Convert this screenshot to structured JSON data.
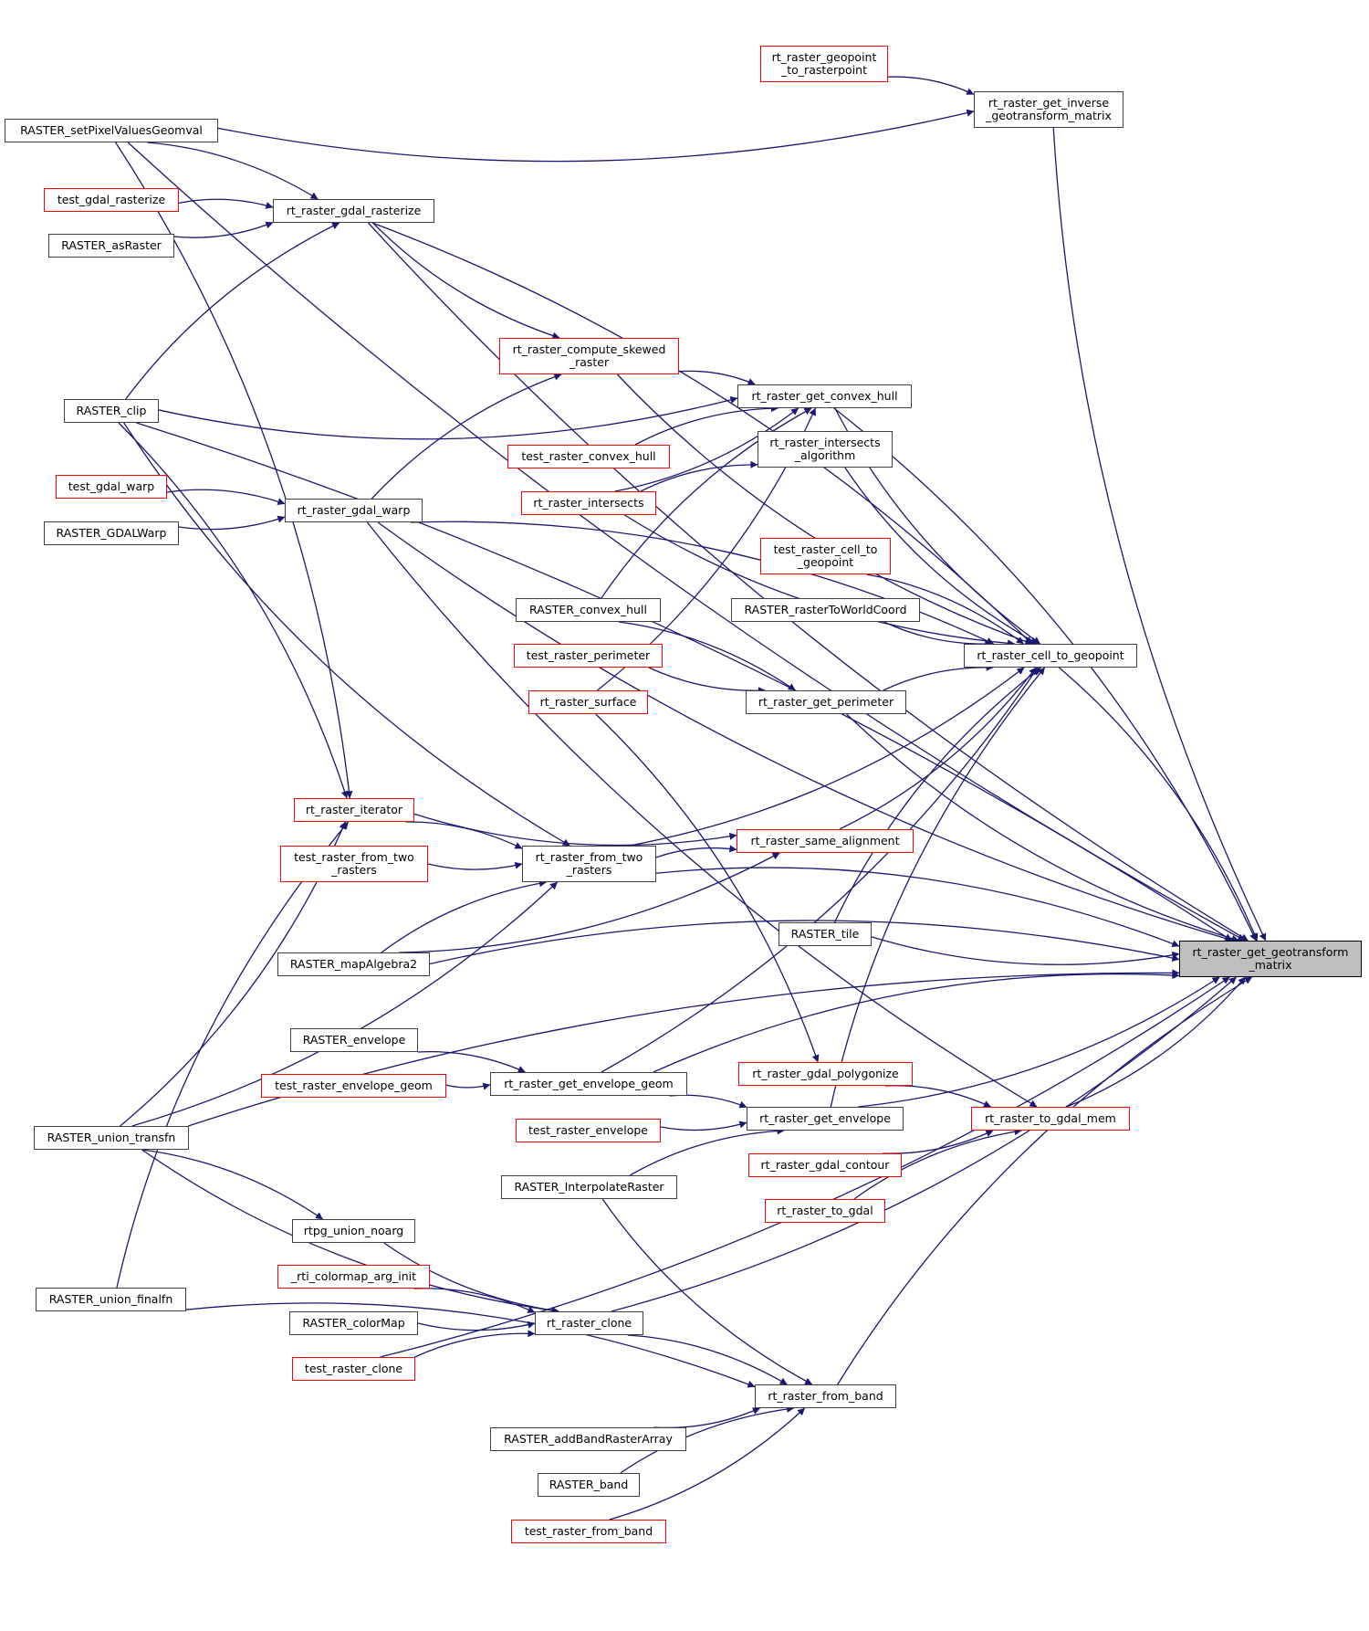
{
  "diagram": {
    "type": "doxygen-caller-graph",
    "focus_node": "rt_raster_get_geotransform_matrix",
    "edge_color": "#191970",
    "colors": {
      "normal_border": "#404040",
      "truncated_border": "#ff0000",
      "focus_fill": "#bfbfbf"
    },
    "nodes": {
      "geotransform": {
        "label": "rt_raster_get_geotransform\n_matrix",
        "style": "focus"
      },
      "inverse_gt": {
        "label": "rt_raster_get_inverse\n_geotransform_matrix",
        "style": "normal"
      },
      "geopoint_to_raster": {
        "label": "rt_raster_geopoint\n_to_rasterpoint",
        "style": "red"
      },
      "setPixelValuesGeomval": {
        "label": "RASTER_setPixelValuesGeomval",
        "style": "normal"
      },
      "test_gdal_rasterize": {
        "label": "test_gdal_rasterize",
        "style": "red"
      },
      "asRaster": {
        "label": "RASTER_asRaster",
        "style": "normal"
      },
      "gdal_rasterize": {
        "label": "rt_raster_gdal_rasterize",
        "style": "normal"
      },
      "compute_skewed": {
        "label": "rt_raster_compute_skewed\n_raster",
        "style": "red"
      },
      "raster_clip": {
        "label": "RASTER_clip",
        "style": "normal"
      },
      "convex_hull": {
        "label": "rt_raster_get_convex_hull",
        "style": "normal"
      },
      "test_convex_hull": {
        "label": "test_raster_convex_hull",
        "style": "red"
      },
      "intersects_alg": {
        "label": "rt_raster_intersects\n_algorithm",
        "style": "normal"
      },
      "intersects": {
        "label": "rt_raster_intersects",
        "style": "red"
      },
      "test_gdal_warp": {
        "label": "test_gdal_warp",
        "style": "red"
      },
      "GDALWarp": {
        "label": "RASTER_GDALWarp",
        "style": "normal"
      },
      "gdal_warp": {
        "label": "rt_raster_gdal_warp",
        "style": "normal"
      },
      "test_cell_to_geopoint": {
        "label": "test_raster_cell_to\n_geopoint",
        "style": "red"
      },
      "RASTER_convex_hull": {
        "label": "RASTER_convex_hull",
        "style": "normal"
      },
      "rasterToWorldCoord": {
        "label": "RASTER_rasterToWorldCoord",
        "style": "normal"
      },
      "test_perimeter": {
        "label": "test_raster_perimeter",
        "style": "red"
      },
      "cell_to_geopoint": {
        "label": "rt_raster_cell_to_geopoint",
        "style": "normal"
      },
      "surface": {
        "label": "rt_raster_surface",
        "style": "red"
      },
      "perimeter": {
        "label": "rt_raster_get_perimeter",
        "style": "normal"
      },
      "iterator": {
        "label": "rt_raster_iterator",
        "style": "red"
      },
      "same_alignment": {
        "label": "rt_raster_same_alignment",
        "style": "red"
      },
      "test_from_two": {
        "label": "test_raster_from_two\n_rasters",
        "style": "red"
      },
      "from_two": {
        "label": "rt_raster_from_two\n_rasters",
        "style": "normal"
      },
      "tile": {
        "label": "RASTER_tile",
        "style": "normal"
      },
      "mapAlgebra2": {
        "label": "RASTER_mapAlgebra2",
        "style": "normal"
      },
      "RASTER_envelope": {
        "label": "RASTER_envelope",
        "style": "normal"
      },
      "gdal_polygonize": {
        "label": "rt_raster_gdal_polygonize",
        "style": "red"
      },
      "test_envelope_geom": {
        "label": "test_raster_envelope_geom",
        "style": "red"
      },
      "envelope_geom": {
        "label": "rt_raster_get_envelope_geom",
        "style": "normal"
      },
      "to_gdal_mem": {
        "label": "rt_raster_to_gdal_mem",
        "style": "red"
      },
      "union_transfn": {
        "label": "RASTER_union_transfn",
        "style": "normal"
      },
      "test_envelope": {
        "label": "test_raster_envelope",
        "style": "red"
      },
      "get_envelope": {
        "label": "rt_raster_get_envelope",
        "style": "normal"
      },
      "gdal_contour": {
        "label": "rt_raster_gdal_contour",
        "style": "red"
      },
      "InterpolateRaster": {
        "label": "RASTER_InterpolateRaster",
        "style": "normal"
      },
      "to_gdal": {
        "label": "rt_raster_to_gdal",
        "style": "red"
      },
      "union_noarg": {
        "label": "rtpg_union_noarg",
        "style": "normal"
      },
      "colormap_arg_init": {
        "label": "_rti_colormap_arg_init",
        "style": "red"
      },
      "union_finalfn": {
        "label": "RASTER_union_finalfn",
        "style": "normal"
      },
      "colorMap": {
        "label": "RASTER_colorMap",
        "style": "normal"
      },
      "clone": {
        "label": "rt_raster_clone",
        "style": "normal"
      },
      "test_clone": {
        "label": "test_raster_clone",
        "style": "red"
      },
      "from_band": {
        "label": "rt_raster_from_band",
        "style": "normal"
      },
      "addBandRasterArray": {
        "label": "RASTER_addBandRasterArray",
        "style": "normal"
      },
      "RASTER_band": {
        "label": "RASTER_band",
        "style": "normal"
      },
      "test_from_band": {
        "label": "test_raster_from_band",
        "style": "red"
      }
    },
    "edges": [
      [
        "geopoint_to_raster",
        "inverse_gt"
      ],
      [
        "setPixelValuesGeomval",
        "inverse_gt"
      ],
      [
        "setPixelValuesGeomval",
        "gdal_rasterize"
      ],
      [
        "setPixelValuesGeomval",
        "geotransform"
      ],
      [
        "setPixelValuesGeomval",
        "iterator"
      ],
      [
        "inverse_gt",
        "geotransform"
      ],
      [
        "test_gdal_rasterize",
        "gdal_rasterize"
      ],
      [
        "asRaster",
        "gdal_rasterize"
      ],
      [
        "raster_clip",
        "gdal_rasterize"
      ],
      [
        "gdal_rasterize",
        "compute_skewed"
      ],
      [
        "gdal_rasterize",
        "cell_to_geopoint"
      ],
      [
        "gdal_rasterize",
        "geotransform"
      ],
      [
        "raster_clip",
        "geotransform"
      ],
      [
        "raster_clip",
        "convex_hull"
      ],
      [
        "raster_clip",
        "iterator"
      ],
      [
        "raster_clip",
        "from_two"
      ],
      [
        "compute_skewed",
        "convex_hull"
      ],
      [
        "compute_skewed",
        "cell_to_geopoint"
      ],
      [
        "gdal_warp",
        "compute_skewed"
      ],
      [
        "gdal_warp",
        "geotransform"
      ],
      [
        "gdal_warp",
        "cell_to_geopoint"
      ],
      [
        "gdal_warp",
        "to_gdal_mem"
      ],
      [
        "test_gdal_warp",
        "gdal_warp"
      ],
      [
        "GDALWarp",
        "gdal_warp"
      ],
      [
        "test_convex_hull",
        "convex_hull"
      ],
      [
        "intersects",
        "convex_hull"
      ],
      [
        "intersects",
        "intersects_alg"
      ],
      [
        "intersects",
        "cell_to_geopoint"
      ],
      [
        "RASTER_convex_hull",
        "convex_hull"
      ],
      [
        "surface",
        "convex_hull"
      ],
      [
        "surface",
        "gdal_polygonize"
      ],
      [
        "convex_hull",
        "cell_to_geopoint"
      ],
      [
        "convex_hull",
        "geotransform"
      ],
      [
        "intersects_alg",
        "cell_to_geopoint"
      ],
      [
        "test_cell_to_geopoint",
        "cell_to_geopoint"
      ],
      [
        "rasterToWorldCoord",
        "cell_to_geopoint"
      ],
      [
        "RASTER_convex_hull",
        "perimeter"
      ],
      [
        "test_perimeter",
        "perimeter"
      ],
      [
        "perimeter",
        "cell_to_geopoint"
      ],
      [
        "perimeter",
        "geotransform"
      ],
      [
        "cell_to_geopoint",
        "geotransform"
      ],
      [
        "iterator",
        "same_alignment"
      ],
      [
        "iterator",
        "from_two"
      ],
      [
        "union_transfn",
        "iterator"
      ],
      [
        "union_finalfn",
        "iterator"
      ],
      [
        "test_from_two",
        "from_two"
      ],
      [
        "from_two",
        "same_alignment"
      ],
      [
        "from_two",
        "cell_to_geopoint"
      ],
      [
        "from_two",
        "geotransform"
      ],
      [
        "union_transfn",
        "from_two"
      ],
      [
        "mapAlgebra2",
        "from_two"
      ],
      [
        "mapAlgebra2",
        "same_alignment"
      ],
      [
        "mapAlgebra2",
        "geotransform"
      ],
      [
        "same_alignment",
        "cell_to_geopoint"
      ],
      [
        "tile",
        "cell_to_geopoint"
      ],
      [
        "tile",
        "geotransform"
      ],
      [
        "RASTER_envelope",
        "envelope_geom"
      ],
      [
        "test_envelope_geom",
        "envelope_geom"
      ],
      [
        "envelope_geom",
        "get_envelope"
      ],
      [
        "envelope_geom",
        "cell_to_geopoint"
      ],
      [
        "envelope_geom",
        "geotransform"
      ],
      [
        "test_envelope",
        "get_envelope"
      ],
      [
        "InterpolateRaster",
        "get_envelope"
      ],
      [
        "InterpolateRaster",
        "from_band"
      ],
      [
        "get_envelope",
        "cell_to_geopoint"
      ],
      [
        "get_envelope",
        "geotransform"
      ],
      [
        "gdal_polygonize",
        "to_gdal_mem"
      ],
      [
        "gdal_contour",
        "to_gdal_mem"
      ],
      [
        "to_gdal",
        "to_gdal_mem"
      ],
      [
        "to_gdal_mem",
        "geotransform"
      ],
      [
        "union_transfn",
        "union_noarg"
      ],
      [
        "union_transfn",
        "clone"
      ],
      [
        "union_transfn",
        "geotransform"
      ],
      [
        "union_noarg",
        "clone"
      ],
      [
        "colormap_arg_init",
        "clone"
      ],
      [
        "colorMap",
        "clone"
      ],
      [
        "test_clone",
        "clone"
      ],
      [
        "test_clone",
        "geotransform"
      ],
      [
        "clone",
        "from_band"
      ],
      [
        "clone",
        "geotransform"
      ],
      [
        "union_finalfn",
        "from_band"
      ],
      [
        "addBandRasterArray",
        "from_band"
      ],
      [
        "RASTER_band",
        "from_band"
      ],
      [
        "test_from_band",
        "from_band"
      ],
      [
        "from_band",
        "geotransform"
      ]
    ]
  }
}
